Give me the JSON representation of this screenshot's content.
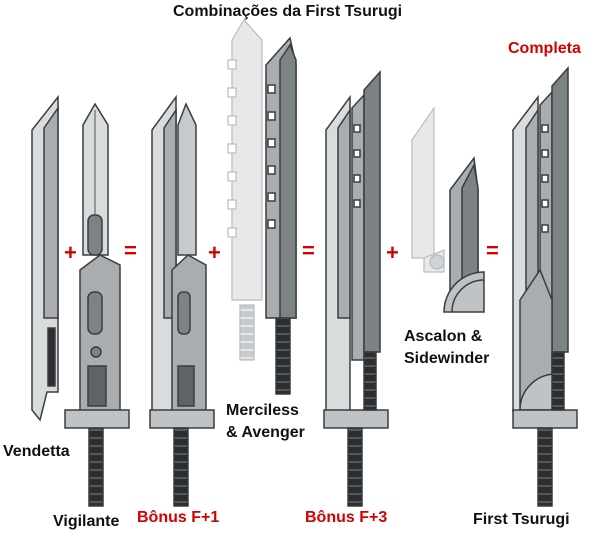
{
  "title": "Combinações da First Tsurugi",
  "labels": {
    "vendetta": "Vendetta",
    "vigilante": "Vigilante",
    "bonus1": "Bônus F+1",
    "merciless_line1": "Merciless",
    "merciless_line2": "& Avenger",
    "bonus3": "Bônus F+3",
    "ascalon_line1": "Ascalon &",
    "ascalon_line2": "Sidewinder",
    "first_tsurugi": "First Tsurugi",
    "completa": "Completa"
  },
  "operators": {
    "plus": "+",
    "equals": "="
  },
  "colors": {
    "title": "#111111",
    "accent_red": "#d40000",
    "blade_light": "#d9dcdd",
    "blade_mid": "#a9adaf",
    "blade_dark": "#7d8285",
    "outline": "#3a3d40",
    "ghost": "#e6e8e9"
  }
}
